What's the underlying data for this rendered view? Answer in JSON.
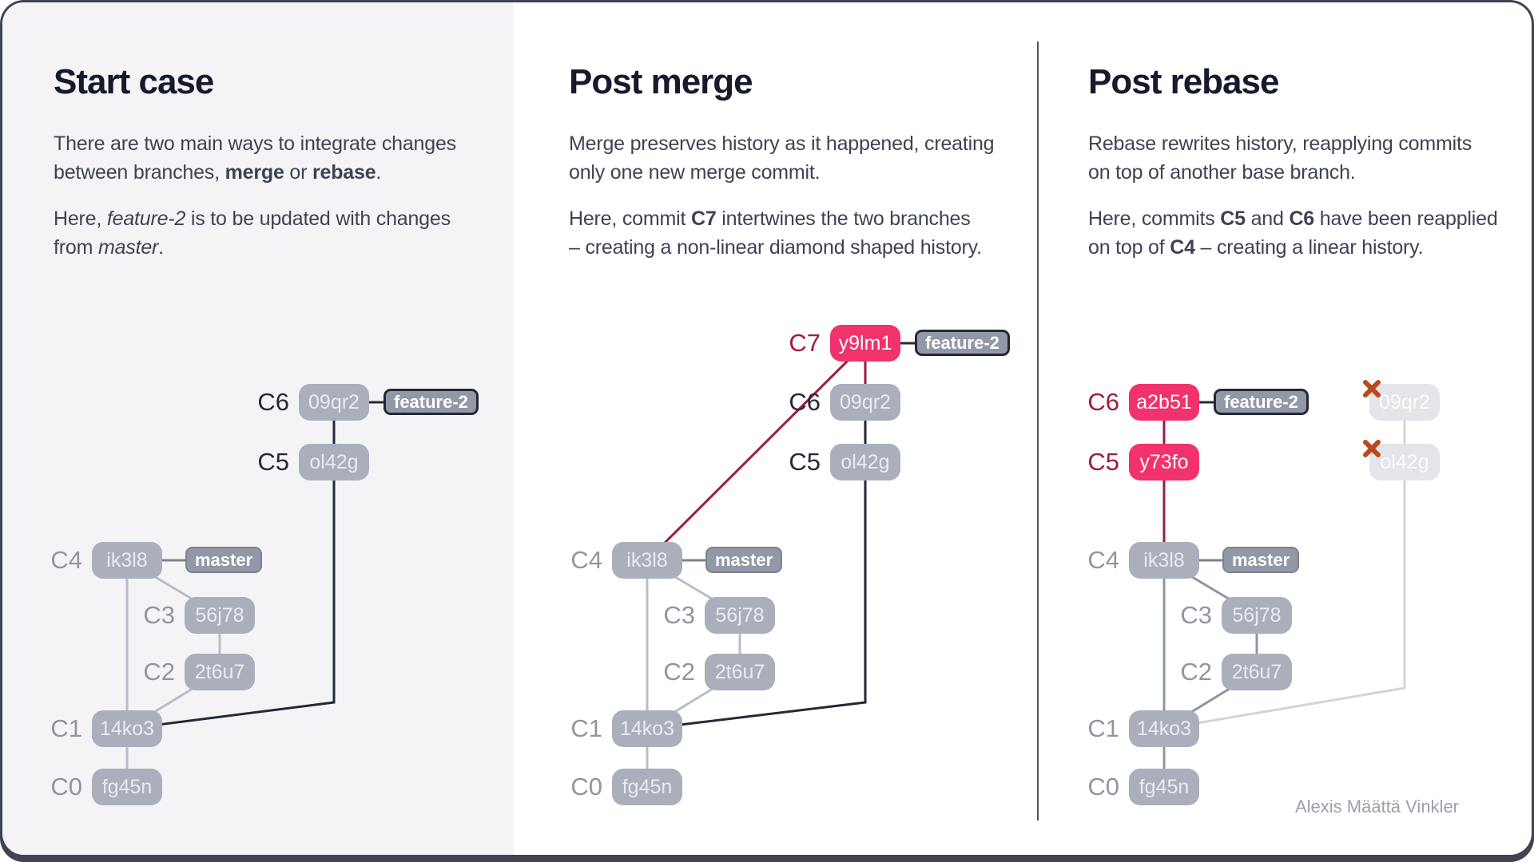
{
  "signature": "Alexis Määttä Vinkler",
  "colors": {
    "card_border": "#3f4354",
    "panel1_background": "#f4f4f7",
    "divider": "#515565",
    "title_text": "#161a2c",
    "body_text": "#3e4254",
    "pink_node": "#f1326d",
    "dark_red": "#9e1c3e",
    "navy_line": "#242938",
    "gray_node": "#abafbc",
    "ghost_node": "#e4e5e9",
    "badge_background": "#9198a6",
    "badge_border_dark": "#232838",
    "badge_border_gray": "#7b8191",
    "line_gray": "#b9bdc8",
    "line_gray_dark": "#9095a4",
    "line_ghost": "#d2d4da",
    "label_gray": "#9095a2",
    "x_mark": "#b9491f",
    "signature_text": "#9aa0ac"
  },
  "panels": [
    {
      "id": "start-case",
      "title": "Start case",
      "paragraphs": [
        {
          "lines": [
            [
              {
                "t": "There are two main ways to integrate changes"
              }
            ],
            [
              {
                "t": "between branches, "
              },
              {
                "t": "merge",
                "b": true
              },
              {
                "t": " or "
              },
              {
                "t": "rebase",
                "b": true
              },
              {
                "t": "."
              }
            ]
          ]
        },
        {
          "lines": [
            [
              {
                "t": "Here, "
              },
              {
                "t": "feature-2",
                "i": true
              },
              {
                "t": " is to be updated with changes"
              }
            ],
            [
              {
                "t": "from "
              },
              {
                "t": "master",
                "i": true
              },
              {
                "t": "."
              }
            ]
          ]
        }
      ],
      "graph": {
        "nodes": [
          {
            "name": "C6",
            "hash": "09qr2",
            "lane": "feature",
            "row": 6,
            "fill": "gray",
            "label": "dark"
          },
          {
            "name": "C5",
            "hash": "ol42g",
            "lane": "feature",
            "row": 5,
            "fill": "gray",
            "label": "dark"
          },
          {
            "name": "C4",
            "hash": "ik3l8",
            "lane": "master",
            "row": 4,
            "fill": "gray",
            "label": "gray"
          },
          {
            "name": "C3",
            "hash": "56j78",
            "lane": "mid",
            "row": 3,
            "fill": "gray",
            "label": "gray"
          },
          {
            "name": "C2",
            "hash": "2t6u7",
            "lane": "mid",
            "row": 2,
            "fill": "gray",
            "label": "gray"
          },
          {
            "name": "C1",
            "hash": "14ko3",
            "lane": "master",
            "row": 1,
            "fill": "gray",
            "label": "gray"
          },
          {
            "name": "C0",
            "hash": "fg45n",
            "lane": "master",
            "row": 0,
            "fill": "gray",
            "label": "gray"
          }
        ],
        "badges": [
          {
            "text": "feature-2",
            "variant": "feature",
            "lane": "feature",
            "row": 6,
            "connector": "navy"
          },
          {
            "text": "master",
            "variant": "master",
            "lane": "master",
            "row": 4,
            "connector": "gray"
          }
        ],
        "edges": [
          {
            "pts": [
              [
                "master",
                4
              ],
              [
                "master",
                1
              ]
            ],
            "style": "gray"
          },
          {
            "pts": [
              [
                "master",
                1
              ],
              [
                "master",
                0
              ]
            ],
            "style": "gray"
          },
          {
            "pts": [
              [
                "master",
                1
              ],
              [
                "mid",
                2
              ]
            ],
            "style": "gray"
          },
          {
            "pts": [
              [
                "mid",
                2
              ],
              [
                "mid",
                3
              ]
            ],
            "style": "gray"
          },
          {
            "pts": [
              [
                "mid",
                3
              ],
              [
                "master",
                4
              ]
            ],
            "style": "gray"
          },
          {
            "pts": [
              [
                "feature",
                6
              ],
              [
                "feature",
                5
              ]
            ],
            "style": "navy"
          },
          {
            "pts": [
              [
                "feature",
                5
              ],
              [
                "feature",
                "bend"
              ],
              [
                "master",
                1
              ]
            ],
            "style": "navy"
          }
        ]
      }
    },
    {
      "id": "post-merge",
      "title": "Post merge",
      "paragraphs": [
        {
          "lines": [
            [
              {
                "t": "Merge preserves history as it happened, creating"
              }
            ],
            [
              {
                "t": "only one new merge commit."
              }
            ]
          ]
        },
        {
          "lines": [
            [
              {
                "t": "Here, commit "
              },
              {
                "t": "C7",
                "b": true
              },
              {
                "t": " intertwines the two branches"
              }
            ],
            [
              {
                "t": "– creating a non-linear diamond shaped history."
              }
            ]
          ]
        }
      ],
      "graph": {
        "nodes": [
          {
            "name": "C7",
            "hash": "y9lm1",
            "lane": "feature",
            "row": 7,
            "fill": "pink",
            "label": "red"
          },
          {
            "name": "C6",
            "hash": "09qr2",
            "lane": "feature",
            "row": 6,
            "fill": "gray",
            "label": "dark"
          },
          {
            "name": "C5",
            "hash": "ol42g",
            "lane": "feature",
            "row": 5,
            "fill": "gray",
            "label": "dark"
          },
          {
            "name": "C4",
            "hash": "ik3l8",
            "lane": "master",
            "row": 4,
            "fill": "gray",
            "label": "gray"
          },
          {
            "name": "C3",
            "hash": "56j78",
            "lane": "mid",
            "row": 3,
            "fill": "gray",
            "label": "gray"
          },
          {
            "name": "C2",
            "hash": "2t6u7",
            "lane": "mid",
            "row": 2,
            "fill": "gray",
            "label": "gray"
          },
          {
            "name": "C1",
            "hash": "14ko3",
            "lane": "master",
            "row": 1,
            "fill": "gray",
            "label": "gray"
          },
          {
            "name": "C0",
            "hash": "fg45n",
            "lane": "master",
            "row": 0,
            "fill": "gray",
            "label": "gray"
          }
        ],
        "badges": [
          {
            "text": "feature-2",
            "variant": "feature",
            "lane": "feature",
            "row": 7,
            "connector": "navy"
          },
          {
            "text": "master",
            "variant": "master",
            "lane": "master",
            "row": 4,
            "connector": "gray"
          }
        ],
        "edges": [
          {
            "pts": [
              [
                "master",
                4
              ],
              [
                "master",
                1
              ]
            ],
            "style": "gray"
          },
          {
            "pts": [
              [
                "master",
                1
              ],
              [
                "master",
                0
              ]
            ],
            "style": "gray"
          },
          {
            "pts": [
              [
                "master",
                1
              ],
              [
                "mid",
                2
              ]
            ],
            "style": "gray"
          },
          {
            "pts": [
              [
                "mid",
                2
              ],
              [
                "mid",
                3
              ]
            ],
            "style": "gray"
          },
          {
            "pts": [
              [
                "mid",
                3
              ],
              [
                "master",
                4
              ]
            ],
            "style": "gray"
          },
          {
            "pts": [
              [
                "feature",
                6
              ],
              [
                "feature",
                5
              ]
            ],
            "style": "navy"
          },
          {
            "pts": [
              [
                "feature",
                5
              ],
              [
                "feature",
                "bend"
              ],
              [
                "master",
                1
              ]
            ],
            "style": "navy"
          },
          {
            "pts": [
              [
                "feature",
                7
              ],
              [
                "feature",
                6
              ]
            ],
            "style": "red"
          },
          {
            "pts": [
              [
                "feature",
                7
              ],
              [
                "master",
                4
              ]
            ],
            "style": "red"
          }
        ]
      }
    },
    {
      "id": "post-rebase",
      "title": "Post rebase",
      "paragraphs": [
        {
          "lines": [
            [
              {
                "t": "Rebase rewrites history, reapplying commits"
              }
            ],
            [
              {
                "t": "on top of another base branch."
              }
            ]
          ]
        },
        {
          "lines": [
            [
              {
                "t": "Here, commits "
              },
              {
                "t": "C5",
                "b": true
              },
              {
                "t": " and "
              },
              {
                "t": "C6",
                "b": true
              },
              {
                "t": " have been reapplied"
              }
            ],
            [
              {
                "t": "on top of "
              },
              {
                "t": "C4",
                "b": true
              },
              {
                "t": " – creating a linear history."
              }
            ]
          ]
        }
      ],
      "graph": {
        "nodes": [
          {
            "name": "C6",
            "hash": "a2b51",
            "lane": "feature",
            "row": 6,
            "fill": "pink",
            "label": "red"
          },
          {
            "name": "C5",
            "hash": "y73fo",
            "lane": "feature",
            "row": 5,
            "fill": "pink",
            "label": "red"
          },
          {
            "name": "C4",
            "hash": "ik3l8",
            "lane": "master",
            "row": 4,
            "fill": "gray",
            "label": "gray"
          },
          {
            "name": "C3",
            "hash": "56j78",
            "lane": "mid",
            "row": 3,
            "fill": "gray",
            "label": "gray"
          },
          {
            "name": "C2",
            "hash": "2t6u7",
            "lane": "mid",
            "row": 2,
            "fill": "gray",
            "label": "gray"
          },
          {
            "name": "C1",
            "hash": "14ko3",
            "lane": "master",
            "row": 1,
            "fill": "gray",
            "label": "gray"
          },
          {
            "name": "C0",
            "hash": "fg45n",
            "lane": "master",
            "row": 0,
            "fill": "gray",
            "label": "gray"
          },
          {
            "name": "",
            "hash": "09qr2",
            "lane": "ghost",
            "row": 6,
            "fill": "ghost",
            "deleted": true
          },
          {
            "name": "",
            "hash": "ol42g",
            "lane": "ghost",
            "row": 5,
            "fill": "ghost",
            "deleted": true
          }
        ],
        "badges": [
          {
            "text": "feature-2",
            "variant": "feature",
            "lane": "feature",
            "row": 6,
            "connector": "navy"
          },
          {
            "text": "master",
            "variant": "master",
            "lane": "master",
            "row": 4,
            "connector": "gray"
          }
        ],
        "edges": [
          {
            "pts": [
              [
                "master",
                4
              ],
              [
                "master",
                1
              ]
            ],
            "style": "grayDark"
          },
          {
            "pts": [
              [
                "master",
                1
              ],
              [
                "master",
                0
              ]
            ],
            "style": "grayDark"
          },
          {
            "pts": [
              [
                "master",
                1
              ],
              [
                "mid",
                2
              ]
            ],
            "style": "grayDark"
          },
          {
            "pts": [
              [
                "mid",
                2
              ],
              [
                "mid",
                3
              ]
            ],
            "style": "grayDark"
          },
          {
            "pts": [
              [
                "mid",
                3
              ],
              [
                "master",
                4
              ]
            ],
            "style": "grayDark"
          },
          {
            "pts": [
              [
                "ghost",
                6
              ],
              [
                "ghost",
                5
              ]
            ],
            "style": "ghost"
          },
          {
            "pts": [
              [
                "ghost",
                5
              ],
              [
                "ghost",
                "bend"
              ],
              [
                "master",
                1
              ]
            ],
            "style": "ghost"
          },
          {
            "pts": [
              [
                "feature",
                6
              ],
              [
                "feature",
                5
              ]
            ],
            "style": "red"
          },
          {
            "pts": [
              [
                "feature",
                5
              ],
              [
                "master",
                4
              ]
            ],
            "style": "red"
          }
        ]
      }
    }
  ]
}
